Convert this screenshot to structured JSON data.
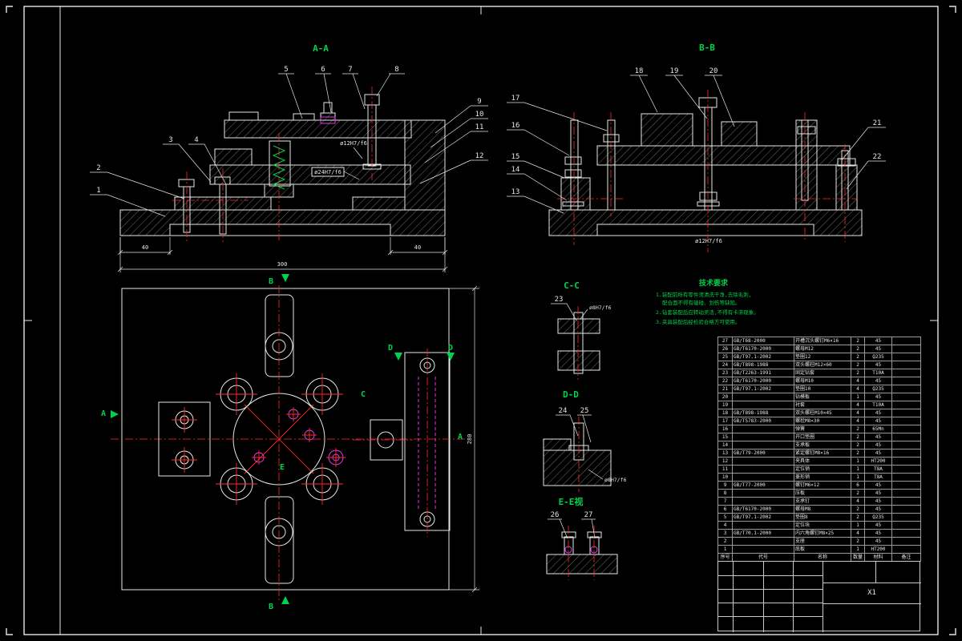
{
  "drawing": {
    "background": "#000000",
    "line_color": "#e6e6e6",
    "centerline_color": "#ff2a2a",
    "annotation_color": "#00d24b",
    "detail_color": "#ff3bff"
  },
  "views": {
    "aa": "A-A",
    "bb": "B-B",
    "cc": "C-C",
    "dd": "D-D",
    "ee": "E-E视"
  },
  "section_letters": {
    "a": "A",
    "b": "B",
    "c": "C",
    "d": "D",
    "e": "E"
  },
  "callouts": [
    "1",
    "2",
    "3",
    "4",
    "5",
    "6",
    "7",
    "8",
    "9",
    "10",
    "11",
    "12",
    "13",
    "14",
    "15",
    "16",
    "17",
    "18",
    "19",
    "20",
    "21",
    "22",
    "23",
    "24",
    "25",
    "26",
    "27"
  ],
  "dims": {
    "d40_left": "40",
    "d40_right": "40",
    "d300": "300",
    "d280": "280",
    "dia12_aa": "ø12H7/f6",
    "dia24_aa": "ø24H7/f6",
    "dia12_bb": "ø12H7/f6",
    "dia8_cc": "ø8H7/f6",
    "dia8_dd": "ø8H7/f6"
  },
  "tech": {
    "heading": "技术要求",
    "lines": [
      "1.装配前所有零件须清洗干净,去除毛刺,",
      "配合面不得有磕碰、划伤等缺陷。",
      "2.钻套装配后应转动灵活,不得有卡滞现象。",
      "3.夹具装配后经检验合格方可使用。"
    ]
  },
  "bom": {
    "headers": [
      "序号",
      "代号",
      "名称",
      "数量",
      "材料",
      "备注"
    ],
    "rows": [
      {
        "no": "27",
        "code": "GB/T68-2000",
        "name": "开槽沉头螺钉M6×16",
        "qty": "2",
        "material": "45",
        "remark": ""
      },
      {
        "no": "26",
        "code": "GB/T6170-2000",
        "name": "螺母M12",
        "qty": "2",
        "material": "45",
        "remark": ""
      },
      {
        "no": "25",
        "code": "GB/T97.1-2002",
        "name": "垫圈12",
        "qty": "2",
        "material": "Q235",
        "remark": ""
      },
      {
        "no": "24",
        "code": "GB/T898-1988",
        "name": "双头螺柱M12×60",
        "qty": "2",
        "material": "45",
        "remark": ""
      },
      {
        "no": "23",
        "code": "GB/T2263-1991",
        "name": "固定钻套",
        "qty": "2",
        "material": "T10A",
        "remark": ""
      },
      {
        "no": "22",
        "code": "GB/T6170-2000",
        "name": "螺母M10",
        "qty": "4",
        "material": "45",
        "remark": ""
      },
      {
        "no": "21",
        "code": "GB/T97.1-2002",
        "name": "垫圈10",
        "qty": "4",
        "material": "Q235",
        "remark": ""
      },
      {
        "no": "20",
        "code": "",
        "name": "钻模板",
        "qty": "1",
        "material": "45",
        "remark": ""
      },
      {
        "no": "19",
        "code": "",
        "name": "衬套",
        "qty": "4",
        "material": "T10A",
        "remark": ""
      },
      {
        "no": "18",
        "code": "GB/T898-1988",
        "name": "双头螺柱M10×45",
        "qty": "4",
        "material": "45",
        "remark": ""
      },
      {
        "no": "17",
        "code": "GB/T5783-2000",
        "name": "螺栓M8×30",
        "qty": "4",
        "material": "45",
        "remark": ""
      },
      {
        "no": "16",
        "code": "",
        "name": "弹簧",
        "qty": "2",
        "material": "65Mn",
        "remark": ""
      },
      {
        "no": "15",
        "code": "",
        "name": "开口垫圈",
        "qty": "2",
        "material": "45",
        "remark": ""
      },
      {
        "no": "14",
        "code": "",
        "name": "支承板",
        "qty": "2",
        "material": "45",
        "remark": ""
      },
      {
        "no": "13",
        "code": "GB/T79-2000",
        "name": "紧定螺钉M8×16",
        "qty": "2",
        "material": "45",
        "remark": ""
      },
      {
        "no": "12",
        "code": "",
        "name": "夹具体",
        "qty": "1",
        "material": "HT200",
        "remark": ""
      },
      {
        "no": "11",
        "code": "",
        "name": "定位销",
        "qty": "1",
        "material": "T8A",
        "remark": ""
      },
      {
        "no": "10",
        "code": "",
        "name": "菱形销",
        "qty": "1",
        "material": "T8A",
        "remark": ""
      },
      {
        "no": "9",
        "code": "GB/T77-2000",
        "name": "螺钉M6×12",
        "qty": "6",
        "material": "45",
        "remark": ""
      },
      {
        "no": "8",
        "code": "",
        "name": "压板",
        "qty": "2",
        "material": "45",
        "remark": ""
      },
      {
        "no": "7",
        "code": "",
        "name": "支承钉",
        "qty": "4",
        "material": "45",
        "remark": ""
      },
      {
        "no": "6",
        "code": "GB/T6170-2000",
        "name": "螺母M8",
        "qty": "2",
        "material": "45",
        "remark": ""
      },
      {
        "no": "5",
        "code": "GB/T97.1-2002",
        "name": "垫圈8",
        "qty": "2",
        "material": "Q235",
        "remark": ""
      },
      {
        "no": "4",
        "code": "",
        "name": "定位块",
        "qty": "1",
        "material": "45",
        "remark": ""
      },
      {
        "no": "3",
        "code": "GB/T70.1-2000",
        "name": "内六角螺钉M8×25",
        "qty": "4",
        "material": "45",
        "remark": ""
      },
      {
        "no": "2",
        "code": "",
        "name": "支座",
        "qty": "2",
        "material": "45",
        "remark": ""
      },
      {
        "no": "1",
        "code": "",
        "name": "底板",
        "qty": "1",
        "material": "HT200",
        "remark": ""
      }
    ]
  },
  "title_block": {
    "code": "X1"
  }
}
